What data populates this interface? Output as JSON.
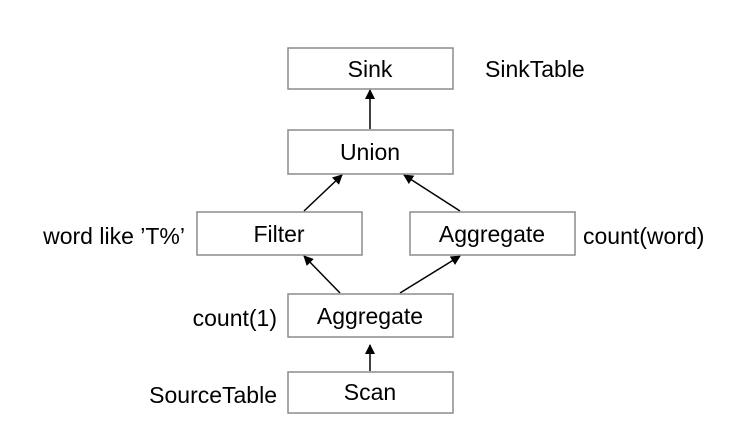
{
  "nodes": {
    "sink": "Sink",
    "union": "Union",
    "filter": "Filter",
    "aggregate_right": "Aggregate",
    "aggregate_bottom": "Aggregate",
    "scan": "Scan"
  },
  "annotations": {
    "sink": "SinkTable",
    "filter": "word like ’T%’",
    "aggregate_right": "count(word)",
    "aggregate_bottom": "count(1)",
    "scan": "SourceTable"
  },
  "edges": [
    {
      "from": "scan",
      "to": "aggregate_bottom"
    },
    {
      "from": "aggregate_bottom",
      "to": "filter"
    },
    {
      "from": "aggregate_bottom",
      "to": "aggregate_right"
    },
    {
      "from": "filter",
      "to": "union"
    },
    {
      "from": "aggregate_right",
      "to": "union"
    },
    {
      "from": "union",
      "to": "sink"
    }
  ],
  "colors": {
    "box_border": "#8c8c8c",
    "arrow": "#000000",
    "text": "#000000"
  }
}
